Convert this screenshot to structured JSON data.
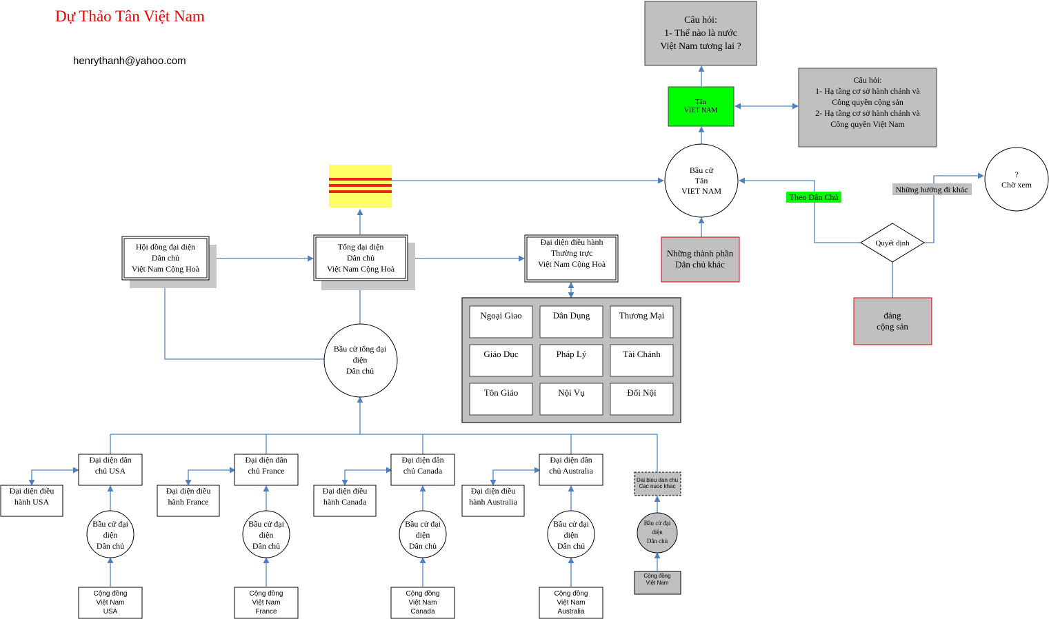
{
  "header": {
    "title": "Dự Thảo Tân Việt Nam",
    "email": "henrythanh@yahoo.com"
  },
  "colors": {
    "title_red": "#e60000",
    "edge_blue": "#4f81bd",
    "box_gray": "#c0c0c0",
    "green": "#00ff00",
    "flag_yellow": "#ffff66",
    "flag_red": "#e8261a",
    "red_border": "#d40000"
  },
  "nodes": {
    "question_main": [
      "Câu hỏi:",
      "1- Thế nào là nước",
      "Việt Nam tương lai ?"
    ],
    "tan_vn": [
      "Tân",
      "VIET NAM"
    ],
    "question_right": [
      "Câu hỏi:",
      "1- Hạ tầng cơ sở hành chánh và",
      "Công quyền cộng sản",
      "2- Hạ tầng cơ sở hành chánh và",
      "Công quyền  Việt Nam"
    ],
    "election_tan": [
      "Bầu cử",
      "Tân",
      "VIET NAM"
    ],
    "wait": [
      "?",
      "Chờ xem"
    ],
    "other_directions": "Những hướng đi khác",
    "theo_dan_chu": "Theo Dân Chủ",
    "quyet_dinh": "Quyết định",
    "other_components": [
      "Những thành phần",
      "Dân chủ khác"
    ],
    "communist_party": [
      "đảng",
      "cộng sản"
    ],
    "council": [
      "Hội đồng đại diện",
      "Dân chủ",
      "Việt Nam Cộng Hoà"
    ],
    "general_rep": [
      "Tổng đại diện",
      "Dân chủ",
      "Việt Nam Cộng Hoà"
    ],
    "standing_exec": [
      "Đại diện điều hành",
      "Thường trực",
      "Việt Nam Cộng Hoà"
    ],
    "general_election": [
      "Bầu cử  tổng đại",
      "diện",
      "Dân chủ"
    ],
    "ministries": [
      "Ngoại Giao",
      "Dân Dụng",
      "Thương Mại",
      "Giáo Dục",
      "Pháp Lý",
      "Tài Chánh",
      "Tôn Giáo",
      "Nội Vụ",
      "Đối Nội"
    ],
    "countries": [
      {
        "rep": [
          "Đại diện dân",
          "chủ USA"
        ],
        "exec": [
          "Đại diện điều",
          "hành USA"
        ],
        "vote": [
          "Bầu cử đại",
          "diện",
          "Dân chủ"
        ],
        "community": [
          "Cộng đồng",
          "Việt Nam",
          "USA"
        ]
      },
      {
        "rep": [
          "Đại diện dân",
          "chủ  France"
        ],
        "exec": [
          "Đại diện điều",
          "hành France"
        ],
        "vote": [
          "Bầu cử đại",
          "diện",
          "Dân chủ"
        ],
        "community": [
          "Cộng đồng",
          "Việt Nam",
          "France"
        ]
      },
      {
        "rep": [
          "Đại diện dân",
          "chủ  Canada"
        ],
        "exec": [
          "Đại diện điều",
          "hành Canada"
        ],
        "vote": [
          "Bầu cử đại",
          "diện",
          "Dân chủ"
        ],
        "community": [
          "Cộng đồng",
          "Việt Nam",
          "Canada"
        ]
      },
      {
        "rep": [
          "Đại diện dân",
          "chủ  Australia"
        ],
        "exec": [
          "Đại diện điều",
          "hành Australia"
        ],
        "vote": [
          "Bầu cử đại",
          "diện",
          "Dân chủ"
        ],
        "community": [
          "Cộng đồng",
          "Việt Nam",
          "Australia"
        ]
      }
    ],
    "other_countries": {
      "rep": [
        "Dai bieu dan chu",
        "Cac nuoc khac"
      ],
      "vote": [
        "Bầu cử đại",
        "diện",
        "Dân chủ"
      ],
      "community": [
        "Cộng đồng",
        "Việt Nam"
      ]
    }
  }
}
